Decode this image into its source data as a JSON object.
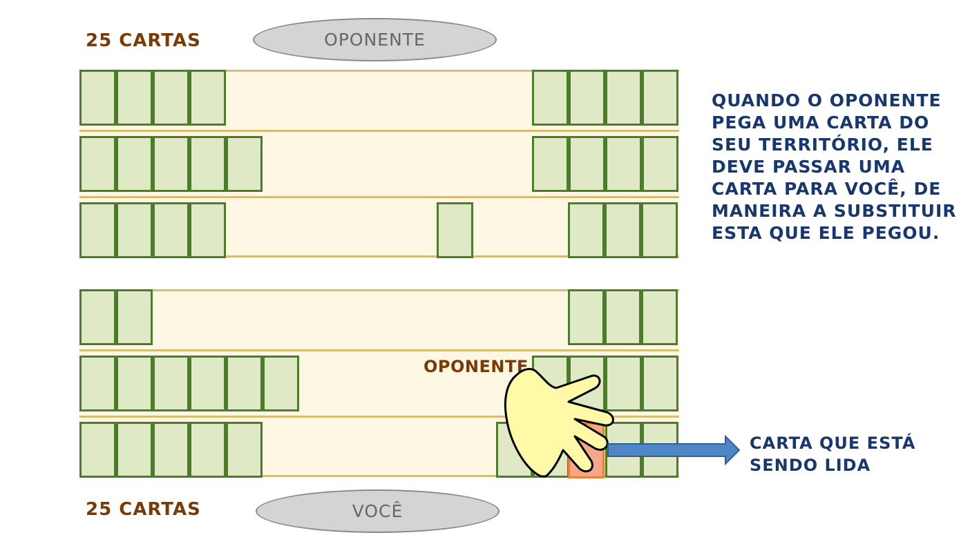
{
  "top": {
    "count_label": "25 CARTAS",
    "player_label": "OPONENTE"
  },
  "bottom": {
    "count_label": "25 CARTAS",
    "player_label": "VOCÊ",
    "hand_label": "OPONENTE"
  },
  "note": "QUANDO O OPONENTE\nPEGA UMA CARTA DO\nSEU TERRITÓRIO, ELE\nDEVE PASSAR UMA\nCARTA PARA VOCÊ, DE\nMANEIRA A SUBSTITUIR\nESTA QUE ELE PEGOU.",
  "arrow_label": "CARTA QUE ESTÁ\nSENDO LIDA",
  "colors": {
    "card_fill": "#e0e9c5",
    "card_border": "#4c7c2a",
    "board_fill": "#fdf7e3",
    "board_line": "#d7bd72",
    "highlight_card": "#f4a888",
    "text_brown": "#7a3a06",
    "text_blue": "#17376e",
    "arrow": "#4f86c6",
    "hand": "#fff9a8"
  },
  "icons": {
    "hand": "hand-icon",
    "arrow": "right-arrow-icon"
  }
}
